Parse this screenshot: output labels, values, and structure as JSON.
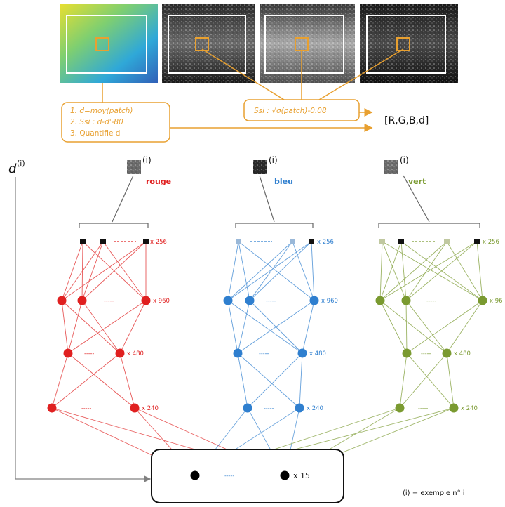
{
  "images": [
    {
      "name": "depth-map",
      "kind": "depth"
    },
    {
      "name": "patch-image-1",
      "kind": "gray"
    },
    {
      "name": "patch-image-2",
      "kind": "gray-bright"
    },
    {
      "name": "patch-image-3",
      "kind": "gray-dark"
    }
  ],
  "box_left": {
    "line1": "1. d=moy(patch)",
    "line2": "2. Ssi : d-d'-80",
    "line3": "3. Quantifie d"
  },
  "box_right": {
    "line1": "Ssi : √σ(patch)-0.08"
  },
  "output_vector": "[R,G,B,d]",
  "depth_label": "d",
  "superscript": "(i)",
  "networks": [
    {
      "channel_label": "rouge",
      "color": "#e02020",
      "counts": {
        "input": "x 256",
        "l1": "x 960",
        "l2": "x 480",
        "l3": "x 240"
      }
    },
    {
      "channel_label": "bleu",
      "color": "#2f7fcf",
      "counts": {
        "input": "x 256",
        "l1": "x 960",
        "l2": "x 480",
        "l3": "x 240"
      }
    },
    {
      "channel_label": "vert",
      "color": "#7a9a30",
      "counts": {
        "input": "x 256",
        "l1": "x 96",
        "l2": "x 480",
        "l3": "x 240"
      }
    }
  ],
  "ellipsis_dashes": "-----",
  "output_count": "x 15",
  "footer_note": "(i) = exemple n° i",
  "colors": {
    "orange": "#e8a030",
    "dark": "#000000",
    "gray_line": "#808080"
  }
}
